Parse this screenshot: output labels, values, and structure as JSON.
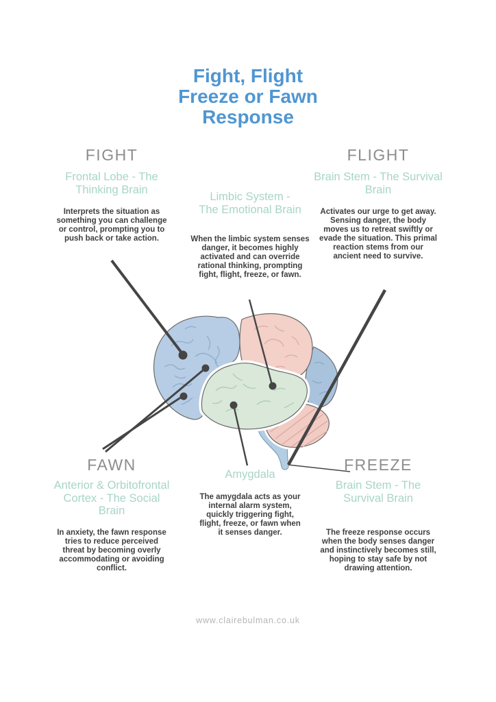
{
  "title": {
    "line1": "Fight, Flight",
    "line2": "Freeze or Fawn",
    "line3": "Response"
  },
  "sections": {
    "fight": {
      "header": "FIGHT",
      "subheader": "Frontal Lobe - The Thinking Brain",
      "body": "Interprets the situation as something you can challenge or control, prompting you to push back or take action."
    },
    "limbic": {
      "subheader": "Limbic System - The Emotional Brain",
      "body": "When the limbic system senses danger, it becomes highly activated and can override rational thinking, prompting fight, flight, freeze, or fawn."
    },
    "flight": {
      "header": "FLIGHT",
      "subheader": "Brain Stem - The Survival Brain",
      "body": "Activates our urge to get away. Sensing danger, the body moves us to retreat swiftly or evade the situation. This primal reaction stems from our ancient need to survive."
    },
    "fawn": {
      "header": "FAWN",
      "subheader": "Anterior & Orbitofrontal Cortex - The Social Brain",
      "body": "In anxiety, the fawn response tries to reduce perceived threat by becoming overly accommodating or avoiding conflict."
    },
    "amygdala": {
      "label": "Amygdala",
      "body": "The amygdala acts as your internal alarm system, quickly triggering fight, flight, freeze, or fawn when it senses danger."
    },
    "freeze": {
      "header": "FREEZE",
      "subheader": "Brain Stem - The Survival  Brain",
      "body": "The freeze response occurs when the body senses danger and instinctively becomes still, hoping to stay safe by not drawing attention."
    }
  },
  "brain": {
    "regions": [
      {
        "name": "frontal-lobe",
        "color": "#b7cde5"
      },
      {
        "name": "parietal-lobe",
        "color": "#f3d0c8"
      },
      {
        "name": "temporal-limbic",
        "color": "#d9e8d9"
      },
      {
        "name": "occipital-lobe",
        "color": "#a9c3dd"
      },
      {
        "name": "cerebellum",
        "color": "#f1ccc4"
      },
      {
        "name": "brain-stem",
        "color": "#b3cde3"
      }
    ],
    "outline_color": "#6a6a6a",
    "pointer_color": "#454545"
  },
  "footer": {
    "url": "www.clairebulman.co.uk"
  },
  "colors": {
    "title": "#4f96d2",
    "section_header": "#8d8d8d",
    "subheader": "#a7d5c8",
    "body_text": "#3f3f3f",
    "footer_text": "#b5b5b5",
    "background": "#ffffff"
  }
}
